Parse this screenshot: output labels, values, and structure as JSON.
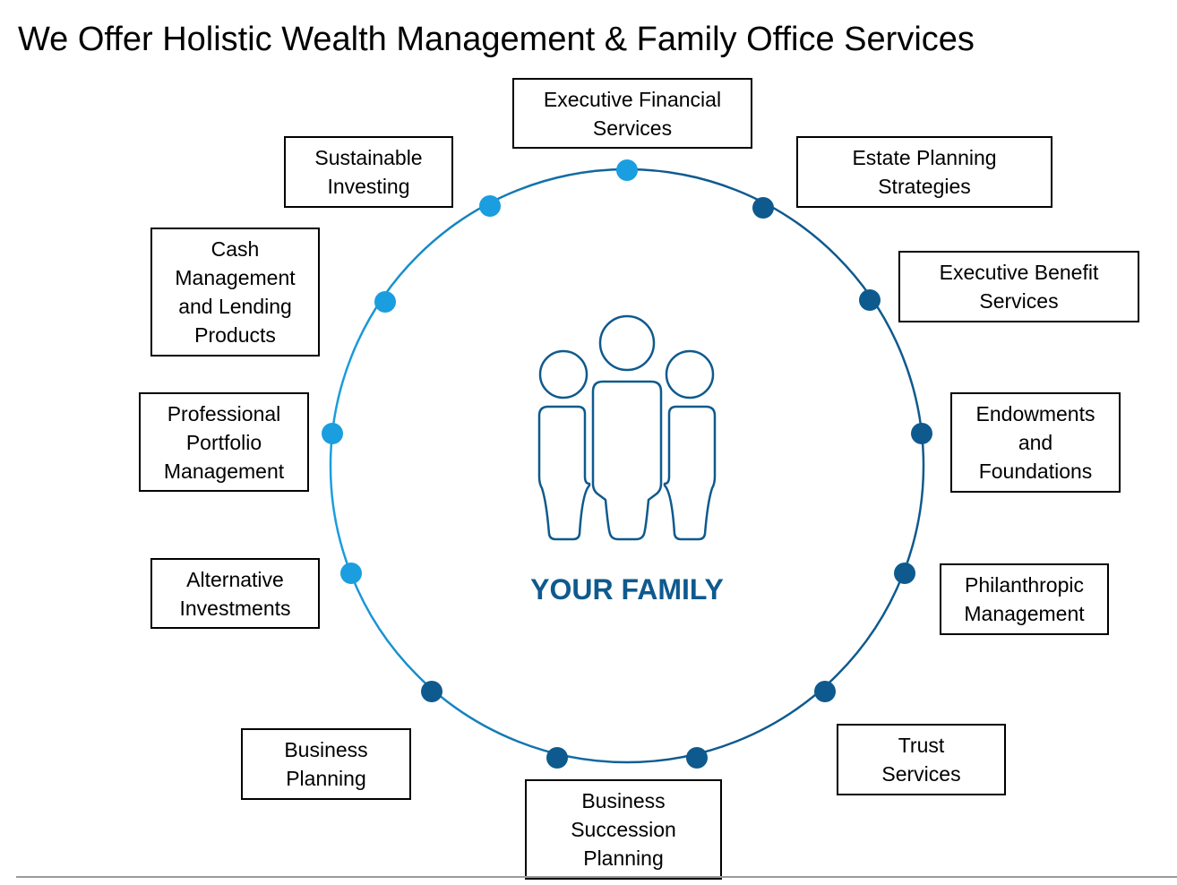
{
  "title": "We Offer Holistic Wealth Management & Family Office Services",
  "center": {
    "label": "YOUR FAMILY",
    "icon": "family-icon"
  },
  "colors": {
    "light_blue": "#1a9ee0",
    "dark_blue": "#0e5a8e",
    "ring": "#0e5a8e",
    "label": "#0e5a8e"
  },
  "services": [
    {
      "label": "Executive Financial\nServices",
      "tone": "light"
    },
    {
      "label": "Estate Planning\nStrategies",
      "tone": "dark"
    },
    {
      "label": "Executive Benefit\nServices",
      "tone": "dark"
    },
    {
      "label": "Endowments\nand\nFoundations",
      "tone": "dark"
    },
    {
      "label": "Philanthropic\nManagement",
      "tone": "dark"
    },
    {
      "label": "Trust\nServices",
      "tone": "dark"
    },
    {
      "label": "Business\nSuccession\nPlanning",
      "tone": "dark"
    },
    {
      "label": "Business\nPlanning",
      "tone": "dark"
    },
    {
      "label": "Alternative\nInvestments",
      "tone": "light"
    },
    {
      "label": "Professional\nPortfolio\nManagement",
      "tone": "light"
    },
    {
      "label": "Cash\nManagement\nand Lending\nProducts",
      "tone": "light"
    },
    {
      "label": "Sustainable\nInvesting",
      "tone": "light"
    }
  ]
}
